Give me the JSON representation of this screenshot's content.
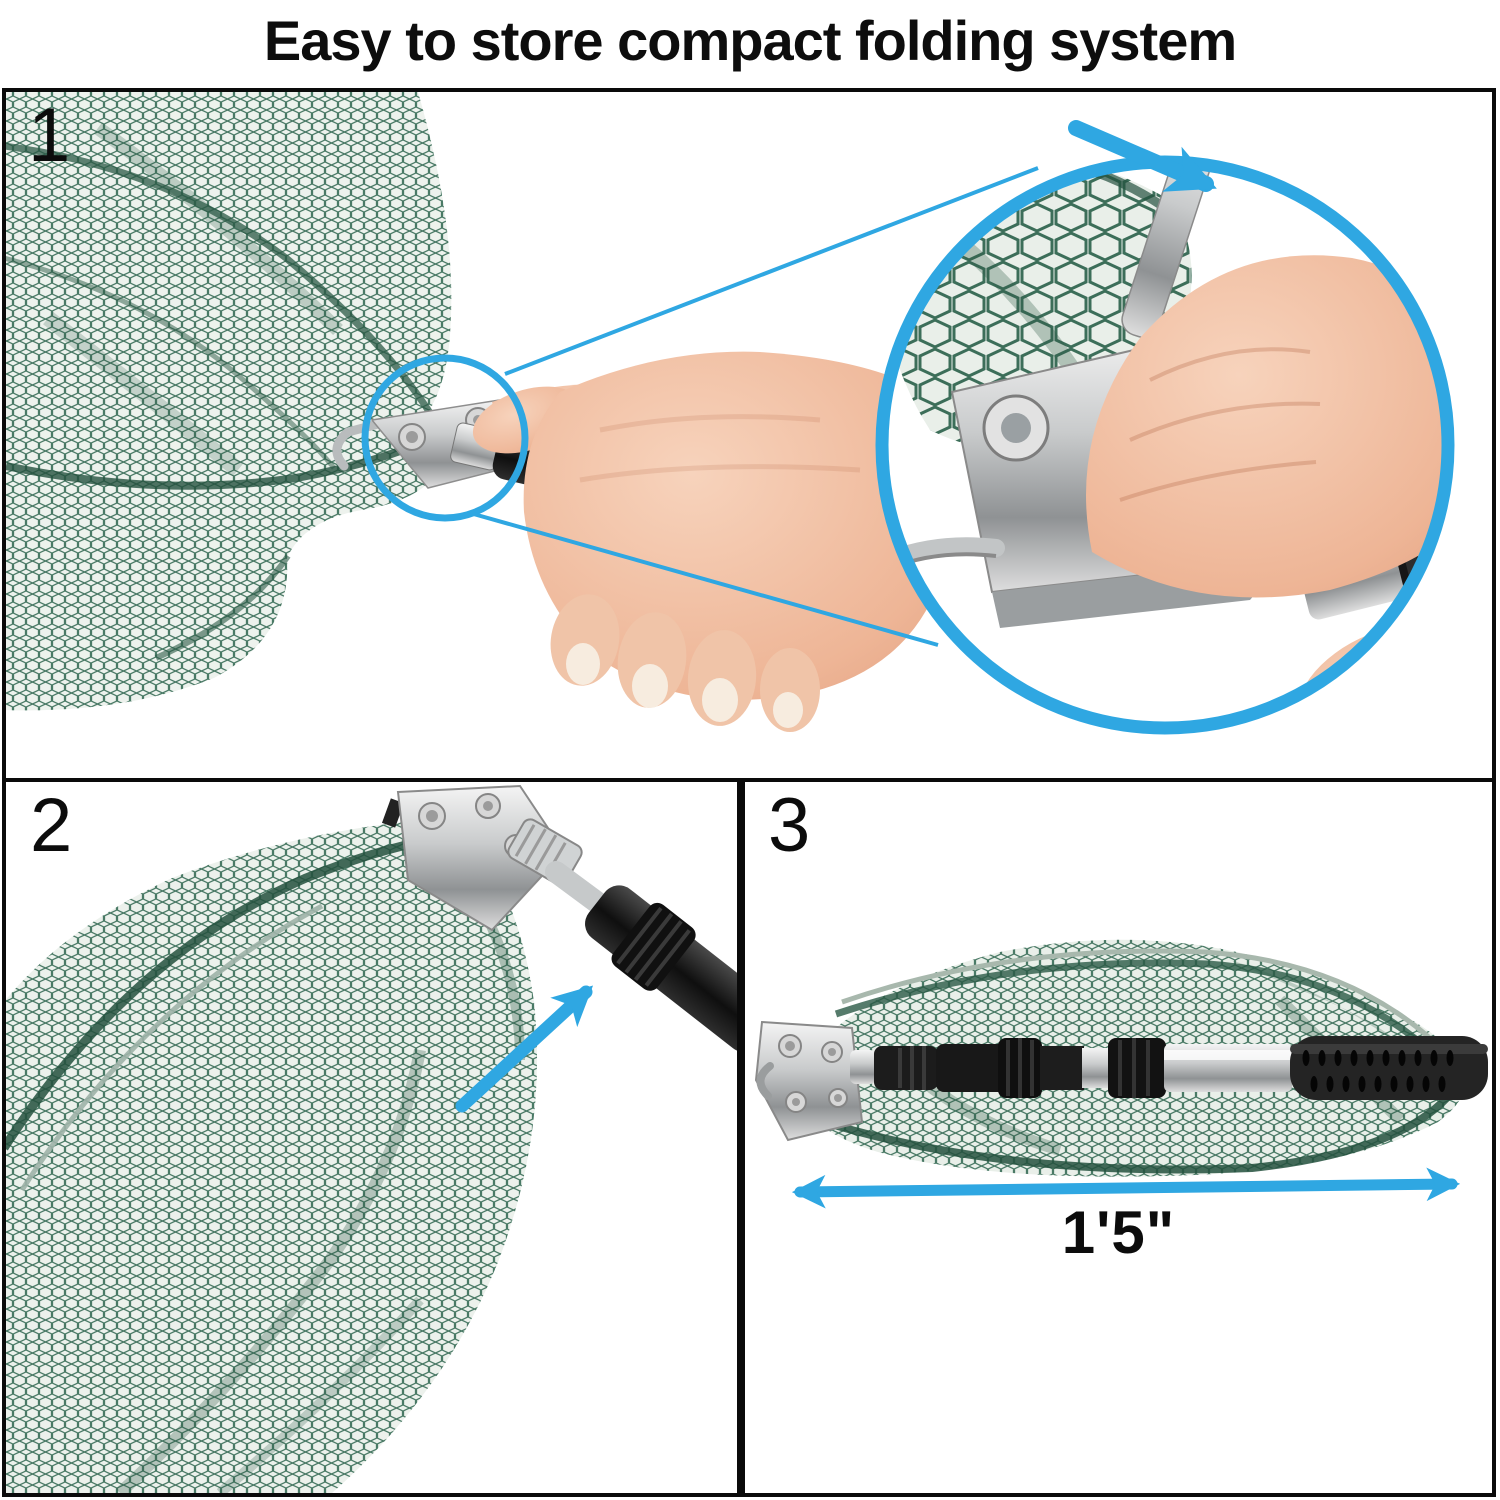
{
  "title": "Easy to store compact folding system",
  "steps": {
    "step1": "1",
    "step2": "2",
    "step3": "3"
  },
  "measurement": {
    "label": "1'5\""
  },
  "colors": {
    "accent_blue": "#2FA7E2",
    "mesh_green": "#4A7A66",
    "rim_green": "#24513E",
    "panel_border": "#0A0A0A"
  }
}
